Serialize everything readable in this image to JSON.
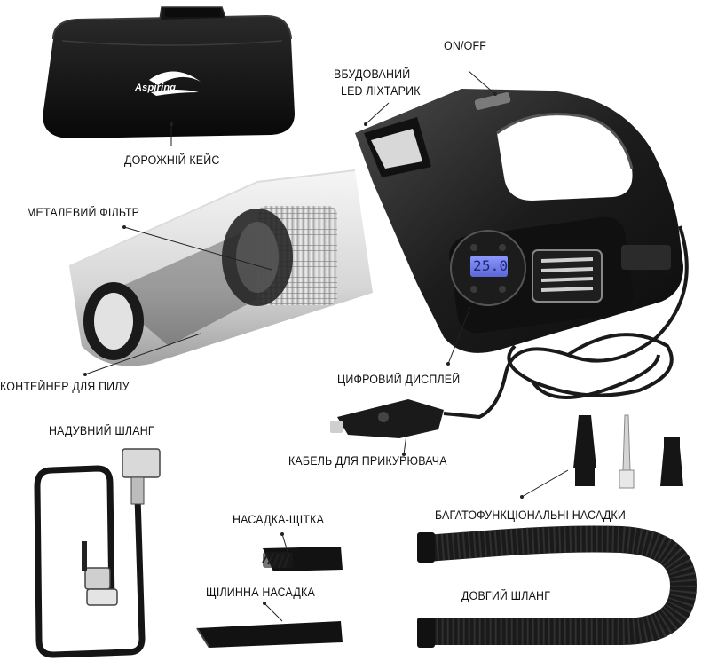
{
  "product": {
    "case_brand": "Aspiring",
    "display_reading": "25.0"
  },
  "labels": {
    "on_off": "ON/OFF",
    "led_line1": "ВБУДОВАНИЙ",
    "led_line2": "LED ЛІХТАРИК",
    "travel_case": "ДОРОЖНІЙ КЕЙС",
    "metal_filter": "МЕТАЛЕВИЙ ФІЛЬТР",
    "dust_container": "КОНТЕЙНЕР ДЛЯ ПИЛУ",
    "digital_display": "ЦИФРОВИЙ ДИСПЛЕЙ",
    "inflation_hose": "НАДУВНИЙ ШЛАНГ",
    "lighter_cable": "КАБЕЛЬ ДЛЯ ПРИКУРЮВАЧА",
    "multi_nozzles": "БАГАТОФУНКЦІОНАЛЬНІ НАСАДКИ",
    "brush_nozzle": "НАСАДКА-ЩІТКА",
    "long_hose": "ДОВГИЙ ШЛАНГ",
    "crevice_nozzle": "ЩІЛИННА НАСАДКА"
  },
  "colors": {
    "body_dark": "#1a1a1a",
    "display_blue": "#7b86f0",
    "leader_line": "#222222"
  }
}
